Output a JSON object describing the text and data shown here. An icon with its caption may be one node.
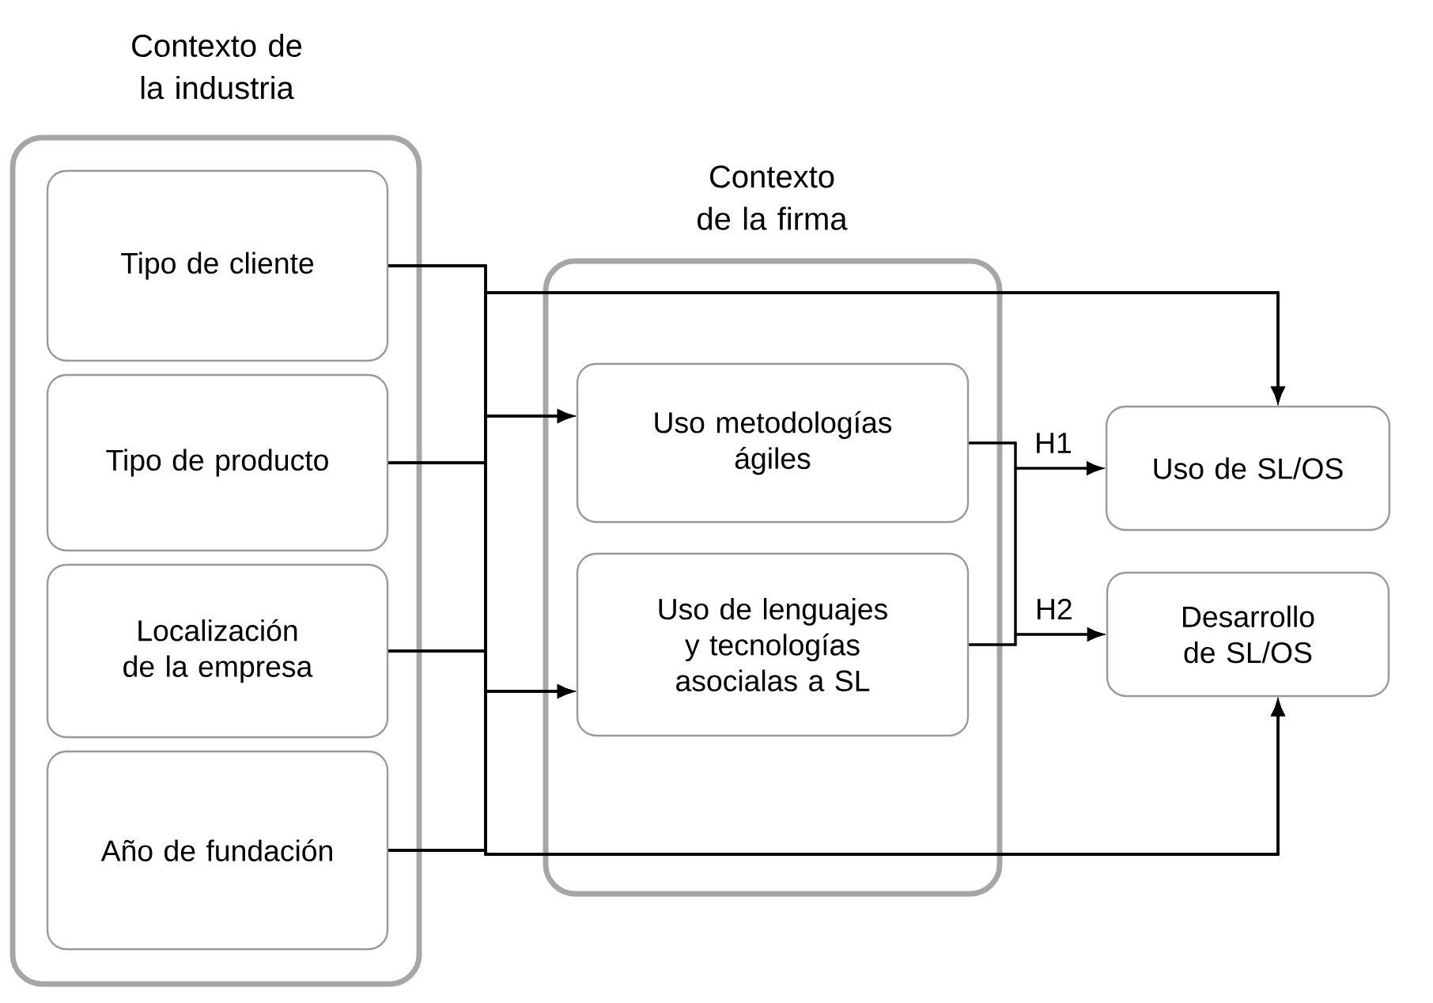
{
  "diagram": {
    "nodes": [
      {
        "text": [
          "Contexto de la industria"
        ]
      },
      {
        "text": [
          "Tipo de cliente"
        ],
        "in": 0
      },
      {
        "text": [
          "Tipo de producto"
        ],
        "in": 0
      },
      {
        "text": [
          "Localización de la empresa"
        ],
        "in": 0
      },
      {
        "text": [
          "Año de fundación"
        ],
        "in": 0
      },
      {
        "text": [
          "Contexto de la firma"
        ]
      },
      {
        "text": [
          "Uso metodologías ágiles"
        ],
        "in": 5
      },
      {
        "text": [
          "Uso de lenguajes y tecnologías asocialas a SL"
        ],
        "in": 5
      },
      {
        "text": [
          "Uso de SL/OS"
        ]
      },
      {
        "text": [
          "Desarrollo de SL/OS"
        ]
      }
    ],
    "edges": [
      {
        "from": 1,
        "to": 8,
        "arrow": "to"
      },
      {
        "from": 2,
        "to": 8,
        "arrow": "to"
      },
      {
        "from": 3,
        "to": 8,
        "arrow": "to"
      },
      {
        "from": 4,
        "to": 8,
        "arrow": "to"
      },
      {
        "from": 1,
        "to": 6,
        "arrow": "to"
      },
      {
        "from": 2,
        "to": 6,
        "arrow": "to"
      },
      {
        "from": 3,
        "to": 6,
        "arrow": "to"
      },
      {
        "from": 4,
        "to": 6,
        "arrow": "to"
      },
      {
        "from": 1,
        "to": 7,
        "arrow": "to"
      },
      {
        "from": 2,
        "to": 7,
        "arrow": "to"
      },
      {
        "from": 3,
        "to": 7,
        "arrow": "to"
      },
      {
        "from": 4,
        "to": 7,
        "arrow": "to"
      },
      {
        "from": 1,
        "to": 9,
        "arrow": "to"
      },
      {
        "from": 2,
        "to": 9,
        "arrow": "to"
      },
      {
        "from": 3,
        "to": 9,
        "arrow": "to"
      },
      {
        "from": 4,
        "to": 9,
        "arrow": "to"
      },
      {
        "from": 6,
        "to": 8,
        "arrow": "to",
        "label": "H1"
      },
      {
        "from": 7,
        "to": 8,
        "arrow": "to"
      },
      {
        "from": 6,
        "to": 9,
        "arrow": "to"
      },
      {
        "from": 7,
        "to": 9,
        "arrow": "to",
        "label": "H2"
      }
    ]
  }
}
